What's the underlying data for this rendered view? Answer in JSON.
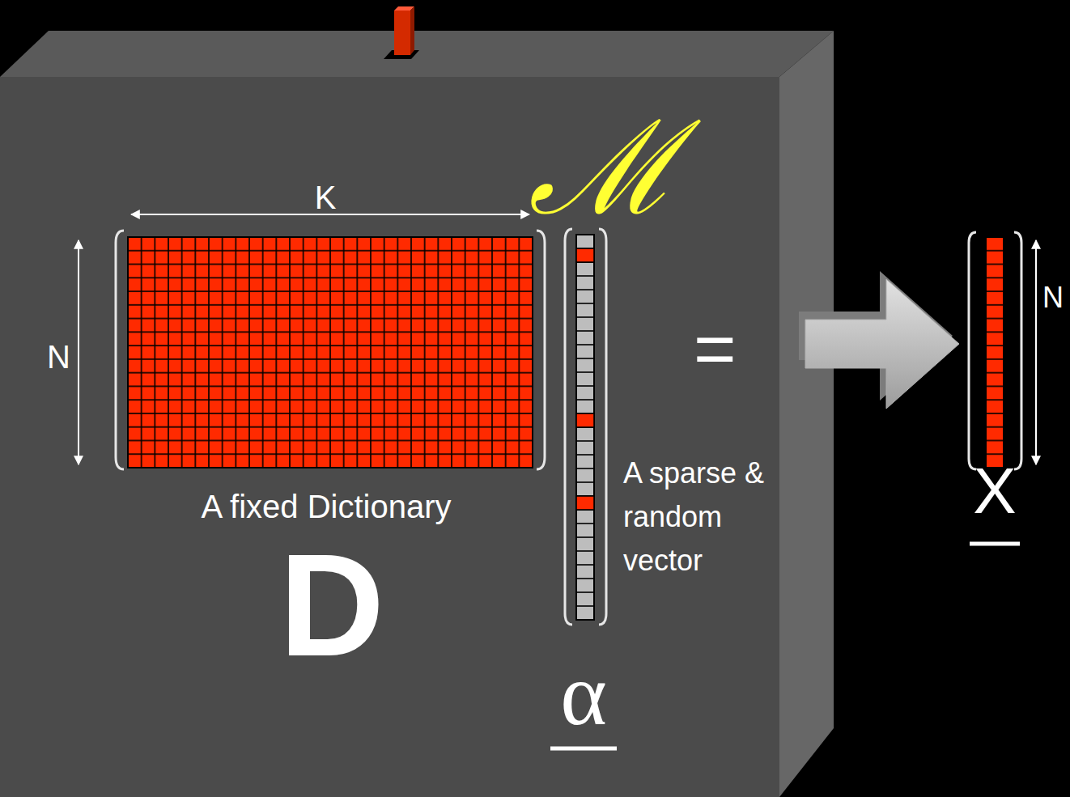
{
  "diagram": {
    "nodes": [
      {
        "text": [
          "ℳ"
        ]
      },
      {
        "text": [
          "K",
          "N",
          "A fixed Dictionary",
          "D"
        ],
        "in": 0
      },
      {
        "text": [
          "A sparse & random vector",
          "α"
        ],
        "in": 0
      },
      {
        "text": [
          "N",
          "X"
        ]
      }
    ],
    "edges": [
      {
        "from": 0,
        "to": 3,
        "arrow": "to"
      }
    ],
    "labels": [
      "="
    ]
  }
}
